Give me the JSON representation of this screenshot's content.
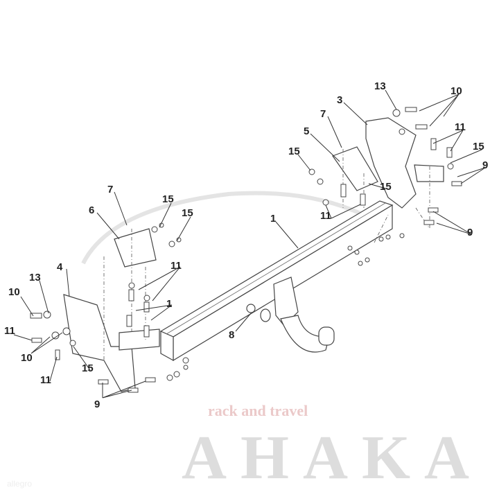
{
  "watermark": {
    "brand": "AHAKA",
    "tagline": "rack and travel",
    "corner": "allegro"
  },
  "labels": [
    {
      "id": "1",
      "text": "1"
    },
    {
      "id": "1b",
      "text": "1"
    },
    {
      "id": "3",
      "text": "3"
    },
    {
      "id": "4",
      "text": "4"
    },
    {
      "id": "5",
      "text": "5"
    },
    {
      "id": "6",
      "text": "6"
    },
    {
      "id": "7",
      "text": "7"
    },
    {
      "id": "7b",
      "text": "7"
    },
    {
      "id": "8",
      "text": "8"
    },
    {
      "id": "9",
      "text": "9"
    },
    {
      "id": "9b",
      "text": "9"
    },
    {
      "id": "9c",
      "text": "9"
    },
    {
      "id": "10",
      "text": "10"
    },
    {
      "id": "10b",
      "text": "10"
    },
    {
      "id": "10c",
      "text": "10"
    },
    {
      "id": "11",
      "text": "11"
    },
    {
      "id": "11b",
      "text": "11"
    },
    {
      "id": "11c",
      "text": "11"
    },
    {
      "id": "11d",
      "text": "11"
    },
    {
      "id": "11e",
      "text": "11"
    },
    {
      "id": "13",
      "text": "13"
    },
    {
      "id": "13b",
      "text": "13"
    },
    {
      "id": "15",
      "text": "15"
    },
    {
      "id": "15b",
      "text": "15"
    },
    {
      "id": "15c",
      "text": "15"
    },
    {
      "id": "15d",
      "text": "15"
    },
    {
      "id": "15e",
      "text": "15"
    },
    {
      "id": "15f",
      "text": "15"
    }
  ]
}
